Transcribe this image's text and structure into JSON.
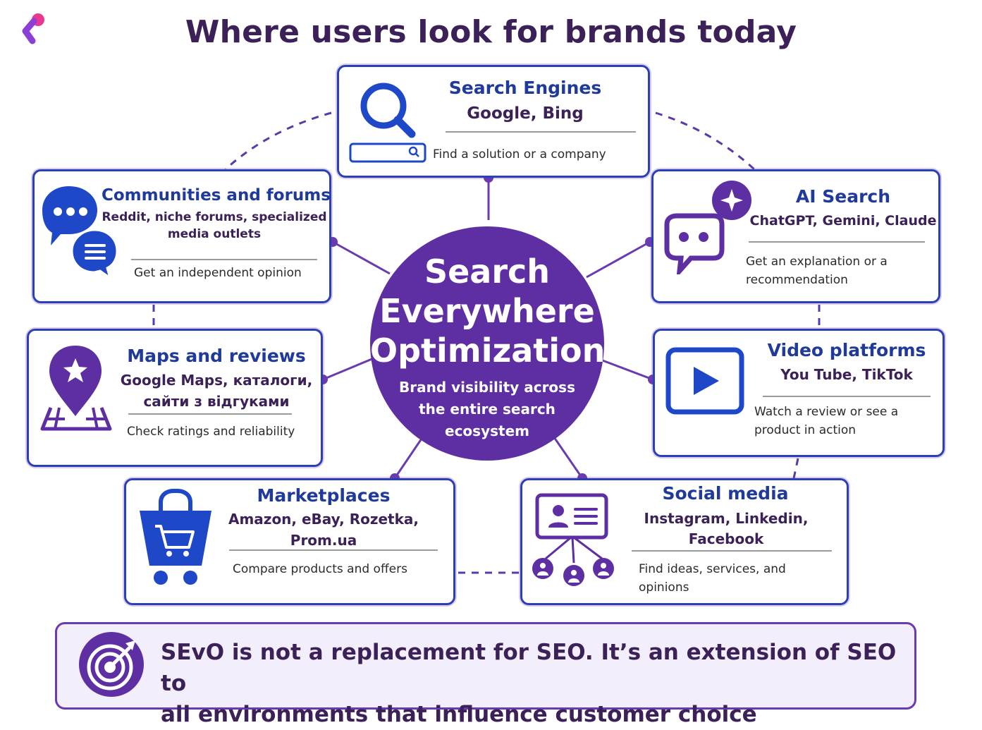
{
  "page": {
    "title": "Where users look for brands today"
  },
  "colors": {
    "primary": "#1f3a9a",
    "accent": "#6a3bb0",
    "dark": "#3b2158",
    "center": "#5e2fa3"
  },
  "center": {
    "line1": "Search",
    "line2": "Everywhere",
    "line3": "Optimization",
    "sub1": "Brand visibility across",
    "sub2": "the entire search",
    "sub3": "ecosystem"
  },
  "cards": {
    "search": {
      "title": "Search Engines",
      "sub": "Google, Bing",
      "desc": "Find a solution or a company",
      "icon": "magnifier-icon"
    },
    "communities": {
      "title": "Communities and forums",
      "sub1": "Reddit, niche forums, specialized",
      "sub2": "media outlets",
      "desc": "Get an independent opinion",
      "icon": "chat-bubbles-icon"
    },
    "ai": {
      "title": "AI Search",
      "sub": "ChatGPT, Gemini, Claude",
      "desc1": "Get an explanation or a",
      "desc2": "recommendation",
      "icon": "ai-chat-icon"
    },
    "maps": {
      "title": "Maps and reviews",
      "sub1": "Google Maps, каталоги,",
      "sub2": "сайти з відгуками",
      "desc": "Check ratings and reliability",
      "icon": "map-pin-icon"
    },
    "video": {
      "title": "Video platforms",
      "sub": "You Tube, TikTok",
      "desc1": "Watch a review or see a",
      "desc2": "product in action",
      "icon": "play-icon"
    },
    "marketplaces": {
      "title": "Marketplaces",
      "sub1": "Amazon, eBay, Rozetka,",
      "sub2": "Prom.ua",
      "desc": "Compare products and offers",
      "icon": "shopping-basket-icon"
    },
    "social": {
      "title": "Social media",
      "sub1": "Instagram, Linkedin,",
      "sub2": "Facebook",
      "desc1": "Find ideas, services, and",
      "desc2": "opinions",
      "icon": "audience-icon"
    }
  },
  "banner": {
    "line1": "SEvO is not a replacement for SEO. It’s an extension of SEO to",
    "line2": "all environments that influence customer choice",
    "icon": "target-icon"
  }
}
